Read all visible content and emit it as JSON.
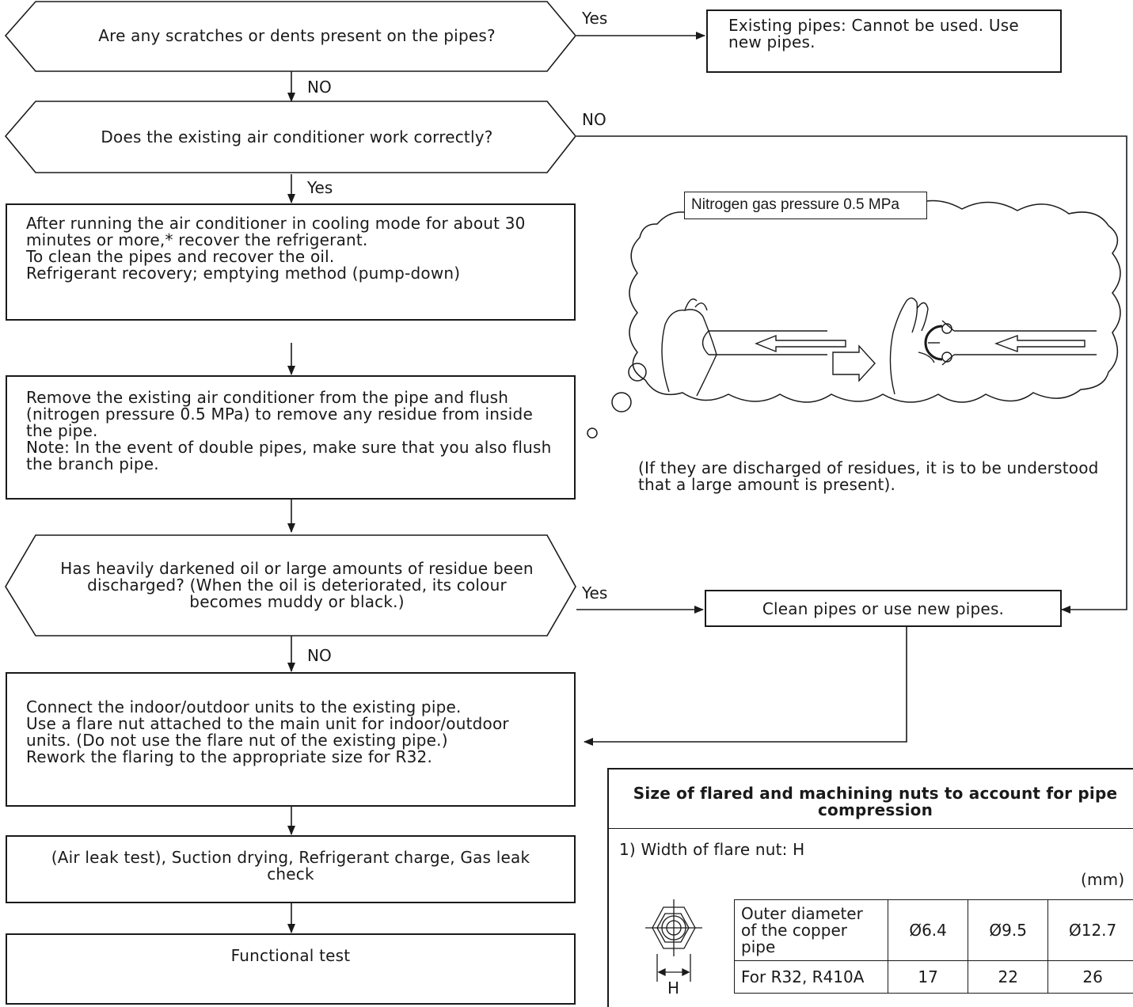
{
  "flow": {
    "q1": "Are any scratches or dents present on the pipes?",
    "q1_yes": "Yes",
    "q1_no": "NO",
    "new_pipes": "Existing pipes: Cannot be used. Use new pipes.",
    "q2": "Does the existing air conditioner work correctly?",
    "q2_no": "NO",
    "q2_yes": "Yes",
    "recover_lines": [
      "After running the air conditioner in cooling mode for about 30 minutes or more,* recover the refrigerant.",
      "To clean the pipes and recover the oil.",
      "Refrigerant recovery; emptying method (pump-down)"
    ],
    "flush_lines": [
      "Remove the existing air conditioner from the pipe and flush (nitrogen pressure 0.5 MPa) to remove any residue from inside the pipe.",
      "Note: In the event of double pipes, make sure that you also flush the branch pipe."
    ],
    "q3": "Has heavily darkened oil or large amounts of residue been discharged? (When the oil is deteriorated, its colour becomes muddy or black.)",
    "q3_yes": "Yes",
    "q3_no": "NO",
    "clean": "Clean pipes or use new pipes.",
    "connect_lines": [
      "Connect the indoor/outdoor units to the existing pipe.",
      "Use a flare nut attached to the main unit for indoor/outdoor units. (Do not use the flare nut of the existing pipe.)",
      "Rework the flaring to the appropriate size for R32."
    ],
    "leak": "(Air leak test), Suction drying, Refrigerant charge, Gas leak check",
    "functional": "Functional test"
  },
  "illustration": {
    "nitrogen_label": "Nitrogen gas pressure 0.5 MPa",
    "note": "(If they are discharged of residues, it is to be understood that a large amount is present)."
  },
  "nut_table": {
    "title": "Size of flared and machining nuts to account for pipe compression",
    "subtitle": "1) Width of flare nut: H",
    "unit": "(mm)",
    "dimension_label": "H",
    "header_label": "Outer diameter of the copper pipe",
    "columns": [
      "Ø6.4",
      "Ø9.5",
      "Ø12.7"
    ],
    "row_label": "For R32, R410A",
    "row_values": [
      "17",
      "22",
      "26"
    ]
  }
}
